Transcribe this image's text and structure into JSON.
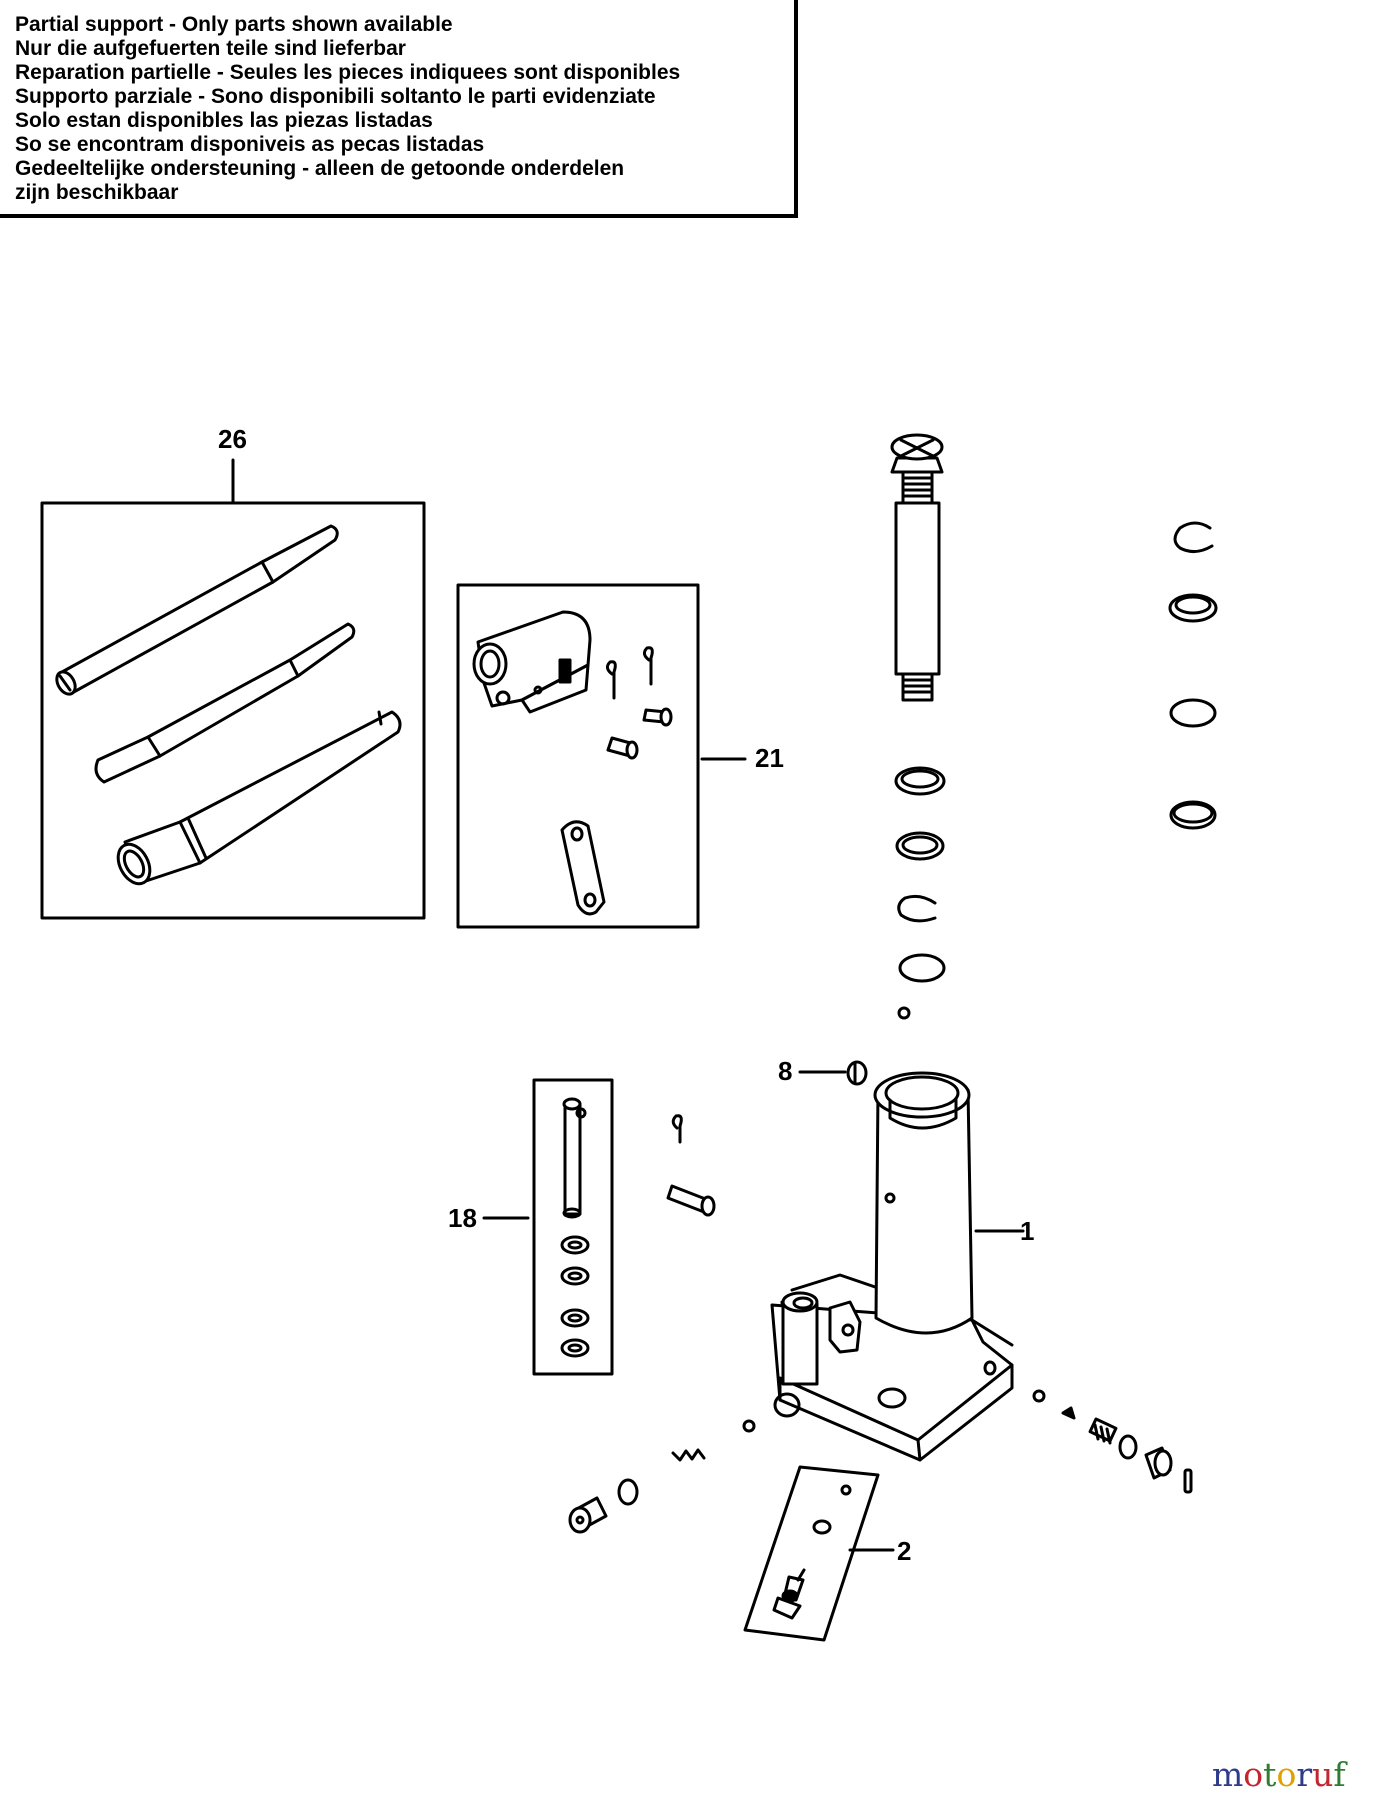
{
  "notice": {
    "lines": [
      "Partial support - Only parts shown available",
      "Nur die aufgefuerten teile sind lieferbar",
      "Reparation partielle - Seules les pieces indiquees sont disponibles",
      "Supporto parziale - Sono disponibili soltanto le parti evidenziate",
      "Solo estan disponibles las piezas listadas",
      "So se encontram disponiveis as pecas listadas",
      "Gedeeltelijke ondersteuning - alleen de getoonde onderdelen",
      "zijn beschikbaar"
    ]
  },
  "callouts": {
    "c26": "26",
    "c21": "21",
    "c8": "8",
    "c1": "1",
    "c18": "18",
    "c2": "2"
  },
  "watermark": {
    "letters": [
      "m",
      "o",
      "t",
      "o",
      "r",
      "u",
      "f"
    ],
    "colors": [
      "#2e3a8c",
      "#c2262e",
      "#2e7d32",
      "#e0a100",
      "#2e3a8c",
      "#c2262e",
      "#2e7d32"
    ]
  }
}
